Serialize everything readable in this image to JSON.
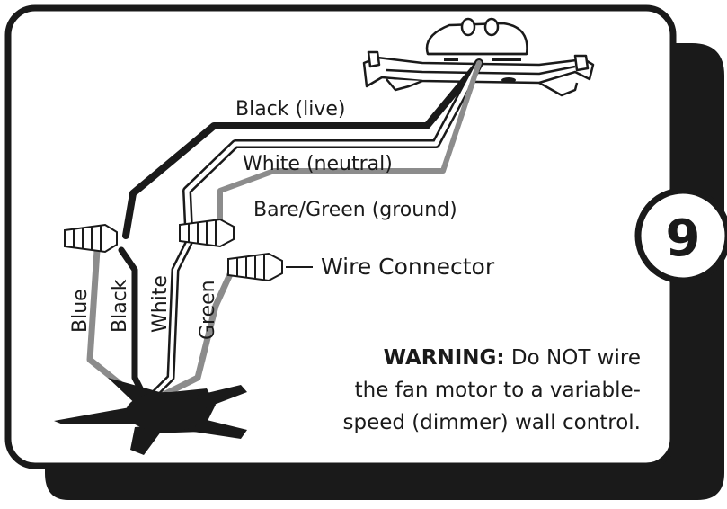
{
  "step_number": "9",
  "wire_labels": {
    "black_live": "Black (live)",
    "white_neutral": "White (neutral)",
    "ground": "Bare/Green (ground)"
  },
  "fan_leads": {
    "blue": "Blue",
    "black": "Black",
    "white": "White",
    "green": "Green"
  },
  "connector_label": "Wire Connector",
  "warning": {
    "heading": "WARNING:",
    "line1_rest": "Do NOT wire",
    "line2": "the fan motor to a variable-",
    "line3": "speed (dimmer) wall control."
  },
  "colors": {
    "frame": "#1a1a1a",
    "black_wire": "#1a1a1a",
    "gray_wire": "#8c8c8c",
    "white_wire_outline": "#1a1a1a"
  }
}
